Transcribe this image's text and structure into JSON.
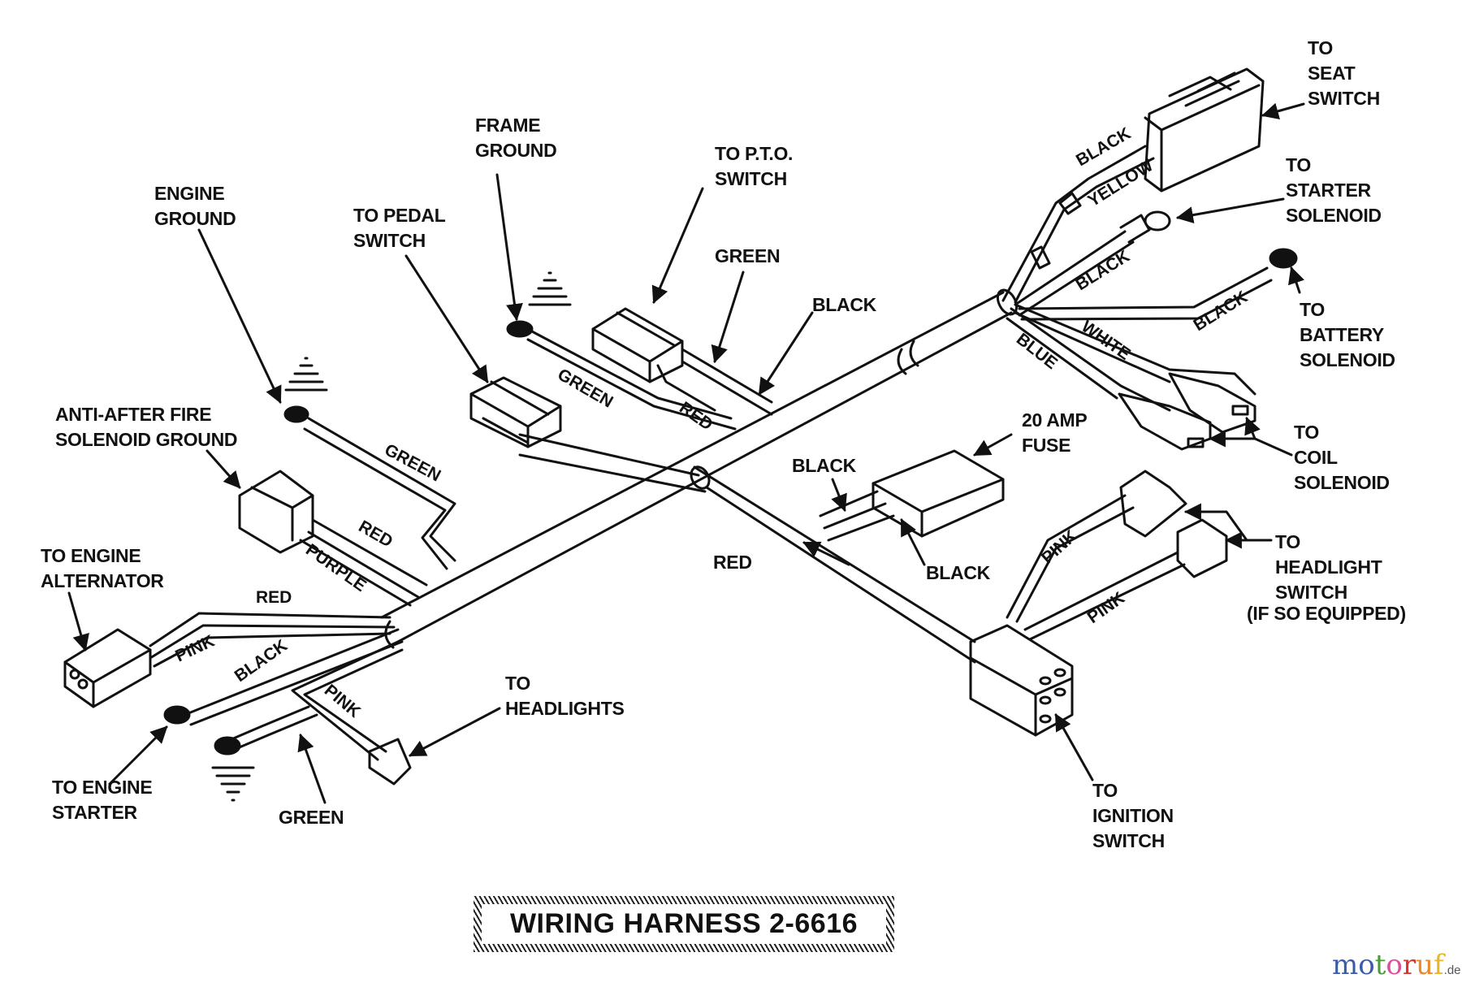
{
  "title": "WIRING HARNESS 2-6616",
  "watermark": {
    "letters": [
      {
        "ch": "m",
        "color": "#3b5ba9"
      },
      {
        "ch": "o",
        "color": "#3b5ba9"
      },
      {
        "ch": "t",
        "color": "#4a9a3a"
      },
      {
        "ch": "o",
        "color": "#d94f9a"
      },
      {
        "ch": "r",
        "color": "#d9332b"
      },
      {
        "ch": "u",
        "color": "#e8892b"
      },
      {
        "ch": "f",
        "color": "#e8b52b"
      }
    ],
    "suffix": ".de"
  },
  "callouts": {
    "to_seat_switch": "TO\nSEAT\nSWITCH",
    "to_starter_solenoid": "TO\nSTARTER\nSOLENOID",
    "to_battery_solenoid": "TO\nBATTERY\nSOLENOID",
    "to_coil_solenoid": "TO\nCOIL\nSOLENOID",
    "to_headlight_switch": "TO\nHEADLIGHT\nSWITCH",
    "if_so_equipped": "(IF SO EQUIPPED)",
    "to_ignition_switch": "TO\nIGNITION\nSWITCH",
    "fuse_20_amp": "20 AMP\nFUSE",
    "frame_ground": "FRAME\nGROUND",
    "to_pto_switch": "TO P.T.O.\nSWITCH",
    "engine_ground": "ENGINE\nGROUND",
    "to_pedal_switch": "TO PEDAL\nSWITCH",
    "anti_after_fire": "ANTI-AFTER FIRE\nSOLENOID GROUND",
    "to_engine_alternator": "TO ENGINE\nALTERNATOR",
    "to_headlights": "TO\nHEADLIGHTS",
    "to_engine_starter": "TO ENGINE\nSTARTER",
    "green_bottom": "GREEN",
    "green_pto": "GREEN",
    "black_pto": "BLACK",
    "black_fuse_top": "BLACK",
    "black_fuse_bottom": "BLACK",
    "red_fuse": "RED"
  },
  "wire_labels": {
    "black_seat": "BLACK",
    "yellow_seat": "YELLOW",
    "black_starter": "BLACK",
    "black_battery": "BLACK",
    "white_coil": "WHITE",
    "blue_coil": "BLUE",
    "green_frame": "GREEN",
    "red_pto": "RED",
    "green_engine_ground": "GREEN",
    "red_anti": "RED",
    "purple_anti": "PURPLE",
    "red_alt": "RED",
    "pink_alt": "PINK",
    "black_starter_eng": "BLACK",
    "pink_headlights": "PINK",
    "pink_hl_switch_top": "PINK",
    "pink_hl_switch_bottom": "PINK"
  }
}
